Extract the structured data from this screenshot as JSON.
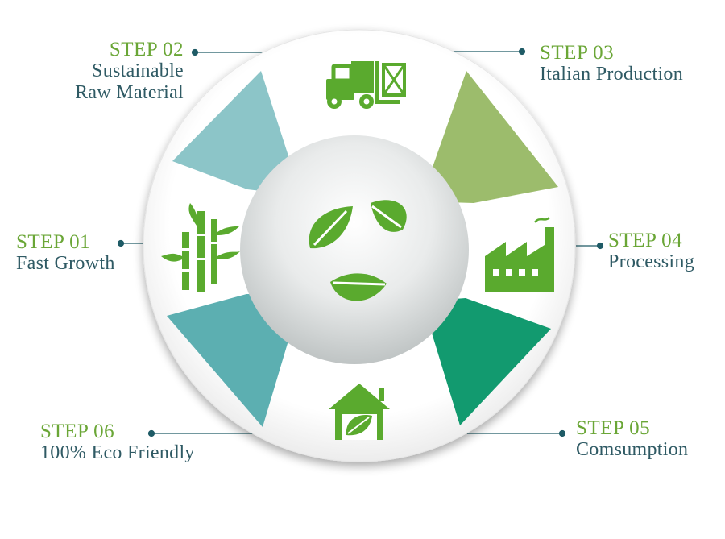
{
  "colors": {
    "green_text": "#6aa636",
    "teal_text": "#2f5a64",
    "icon_green": "#5aaa2e",
    "seg_01": "#8cc5c8",
    "seg_03": "#9cbc6c",
    "seg_05": "#129a6f",
    "seg_06": "#5cafb1",
    "leader_line": "#1f5b66"
  },
  "steps": [
    {
      "step": "STEP 01",
      "desc": "Fast Growth",
      "icon": "bamboo-icon"
    },
    {
      "step": "STEP 02",
      "desc_lines": [
        "Sustainable",
        "Raw Material"
      ],
      "icon": "forklift-icon"
    },
    {
      "step": "STEP 03",
      "desc": "Italian Production",
      "icon": "forklift-icon"
    },
    {
      "step": "STEP 04",
      "desc": "Processing",
      "icon": "factory-icon"
    },
    {
      "step": "STEP 05",
      "desc": "Comsumption",
      "icon": "house-leaf-icon"
    },
    {
      "step": "STEP 06",
      "desc": "100% Eco Friendly",
      "icon": "house-leaf-icon"
    }
  ],
  "center_icon": "recycle-leaves-icon"
}
